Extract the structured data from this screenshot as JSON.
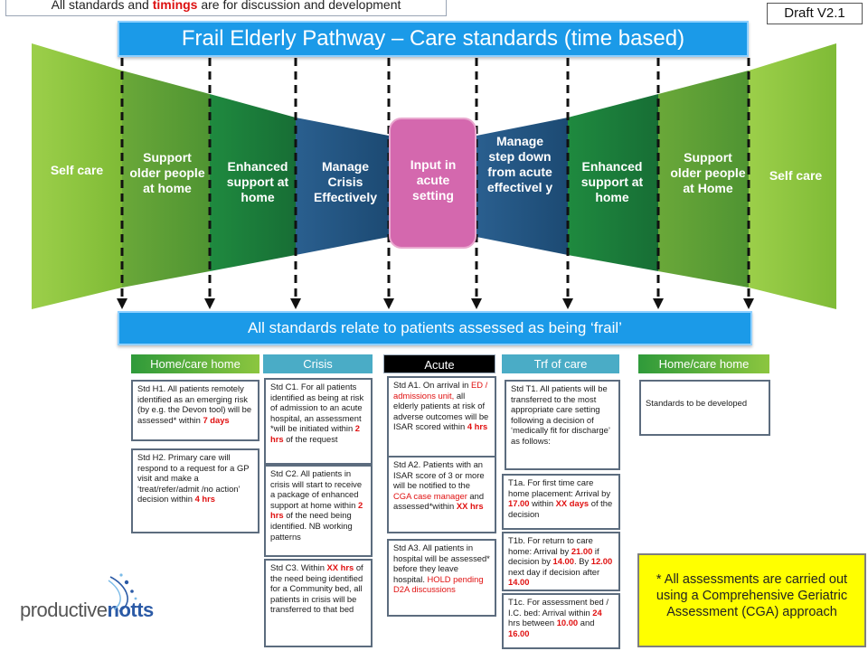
{
  "top_note": {
    "text_before": "All standards and ",
    "highlight": "timings",
    "text_after": " are for discussion and development"
  },
  "draft": "Draft V2.1",
  "title": "Frail Elderly Pathway – Care standards (time based)",
  "footer_bar": "All standards relate to patients assessed as being ‘frail’",
  "stages": {
    "self_care_left": "Self care",
    "support_left": "Support older people at home",
    "enhanced_left": "Enhanced support at home",
    "crisis": "Manage Crisis Effectively",
    "acute": "Input in acute setting",
    "stepdown": "Manage step down from acute effectivel y",
    "enhanced_right": "Enhanced support at home",
    "support_right": "Support older people at Home",
    "self_care_right": "Self care"
  },
  "column_headers": {
    "home": "Home/care home",
    "crisis": "Crisis",
    "acute": "Acute",
    "transfer": "Trf of care",
    "home_right": "Home/care home"
  },
  "colors": {
    "title_blue": "#1b9ae8",
    "light_green": "#8cc63f",
    "mid_green": "#3b9b3b",
    "dark_green": "#1b7a3e",
    "navy": "#1f4e79",
    "pink": "#d468ae",
    "teal_header": "#4aacc6",
    "note_yellow": "#ffff00",
    "red": "#e01010"
  },
  "standards": {
    "h1": {
      "a": "Std H1. All patients remotely identified as an emerging risk (by e.g. the Devon tool) will be assessed* within ",
      "r": "7 days"
    },
    "h2": {
      "a": "Std H2. Primary care will respond to a request for a GP visit and make a ‘treat/refer/admit /no action’ decision within ",
      "r": "4 hrs"
    },
    "c1": {
      "a": "Std C1. For all patients identified as being at risk of admission to an acute hospital, an assessment *will be initiated within ",
      "r": "2 hrs",
      "b": " of the request"
    },
    "c2": {
      "a": "Std C2. All patients in crisis will start to receive a package of enhanced support at home within ",
      "r": "2 hrs",
      "b": " of the need being identified. NB working patterns"
    },
    "c3": {
      "a": "Std C3. Within ",
      "r": "XX hrs",
      "b": " of the need being identified for a Community bed, all patients in crisis will be transferred to that bed"
    },
    "a1": {
      "a": "Std A1. On arrival in ",
      "rn": "ED / admissions unit,",
      "b": " all elderly patients at risk of adverse outcomes will be ISAR scored within ",
      "r": "4 hrs"
    },
    "a2": {
      "a": "Std A2. Patients with an ISAR score of 3 or more will be notified to the ",
      "rn": "CGA case manager",
      "b": " and assessed*within ",
      "r": "XX hrs"
    },
    "a3": {
      "a": "Std A3. All patients in hospital will be assessed* before they leave hospital. ",
      "rn": "HOLD pending D2A discussions"
    },
    "t1": {
      "a": "Std T1. All patients will be transferred to the most appropriate care setting following a decision of ‘medically fit for discharge’ as follows:"
    },
    "t1a": {
      "a": "T1a. For first time care home placement: Arrival by ",
      "r": "17.00",
      "b": " within ",
      "r2": "XX days",
      "c": " of the decision"
    },
    "t1b": {
      "a": "T1b. For return to care home: Arrival by ",
      "r": "21.00",
      "b": " if decision by ",
      "r2": "14.00",
      "c": ". By ",
      "r3": "12.00",
      "d": " next day if decision after ",
      "r4": "14.00"
    },
    "t1c": {
      "a": "T1c. For assessment bed / I.C. bed: Arrival within ",
      "r": "24",
      "b": " hrs between ",
      "r2": "10.00",
      "c": " and ",
      "r3": "16.00"
    },
    "home_right": "Standards to be developed"
  },
  "assessment_note": "* All assessments are carried out using a Comprehensive Geriatric Assessment (CGA) approach",
  "logo": {
    "part1": "productive",
    "part2": "notts"
  }
}
